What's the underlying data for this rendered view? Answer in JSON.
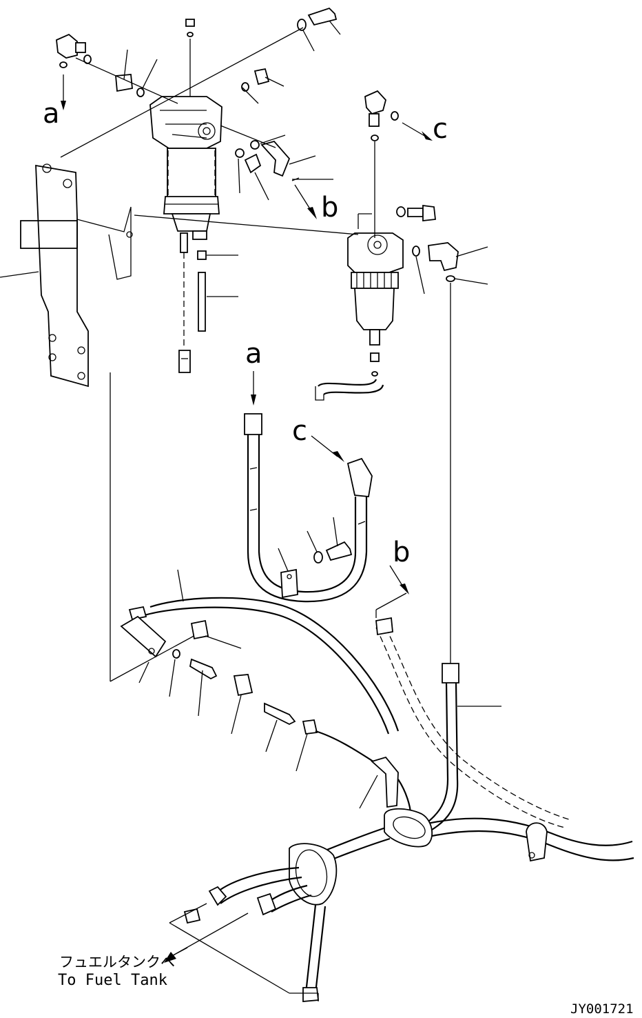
{
  "diagram": {
    "title": "Fuel filter and piping parts diagram",
    "ref_labels": {
      "a_top": "a",
      "c_top": "c",
      "b_mid": "b",
      "a_mid": "a",
      "c_mid": "c",
      "b_low": "b"
    },
    "fuel_tank_note": {
      "ja": "フュエルタンクへ",
      "en": "To Fuel Tank"
    },
    "drawing_number": "JY001721"
  }
}
